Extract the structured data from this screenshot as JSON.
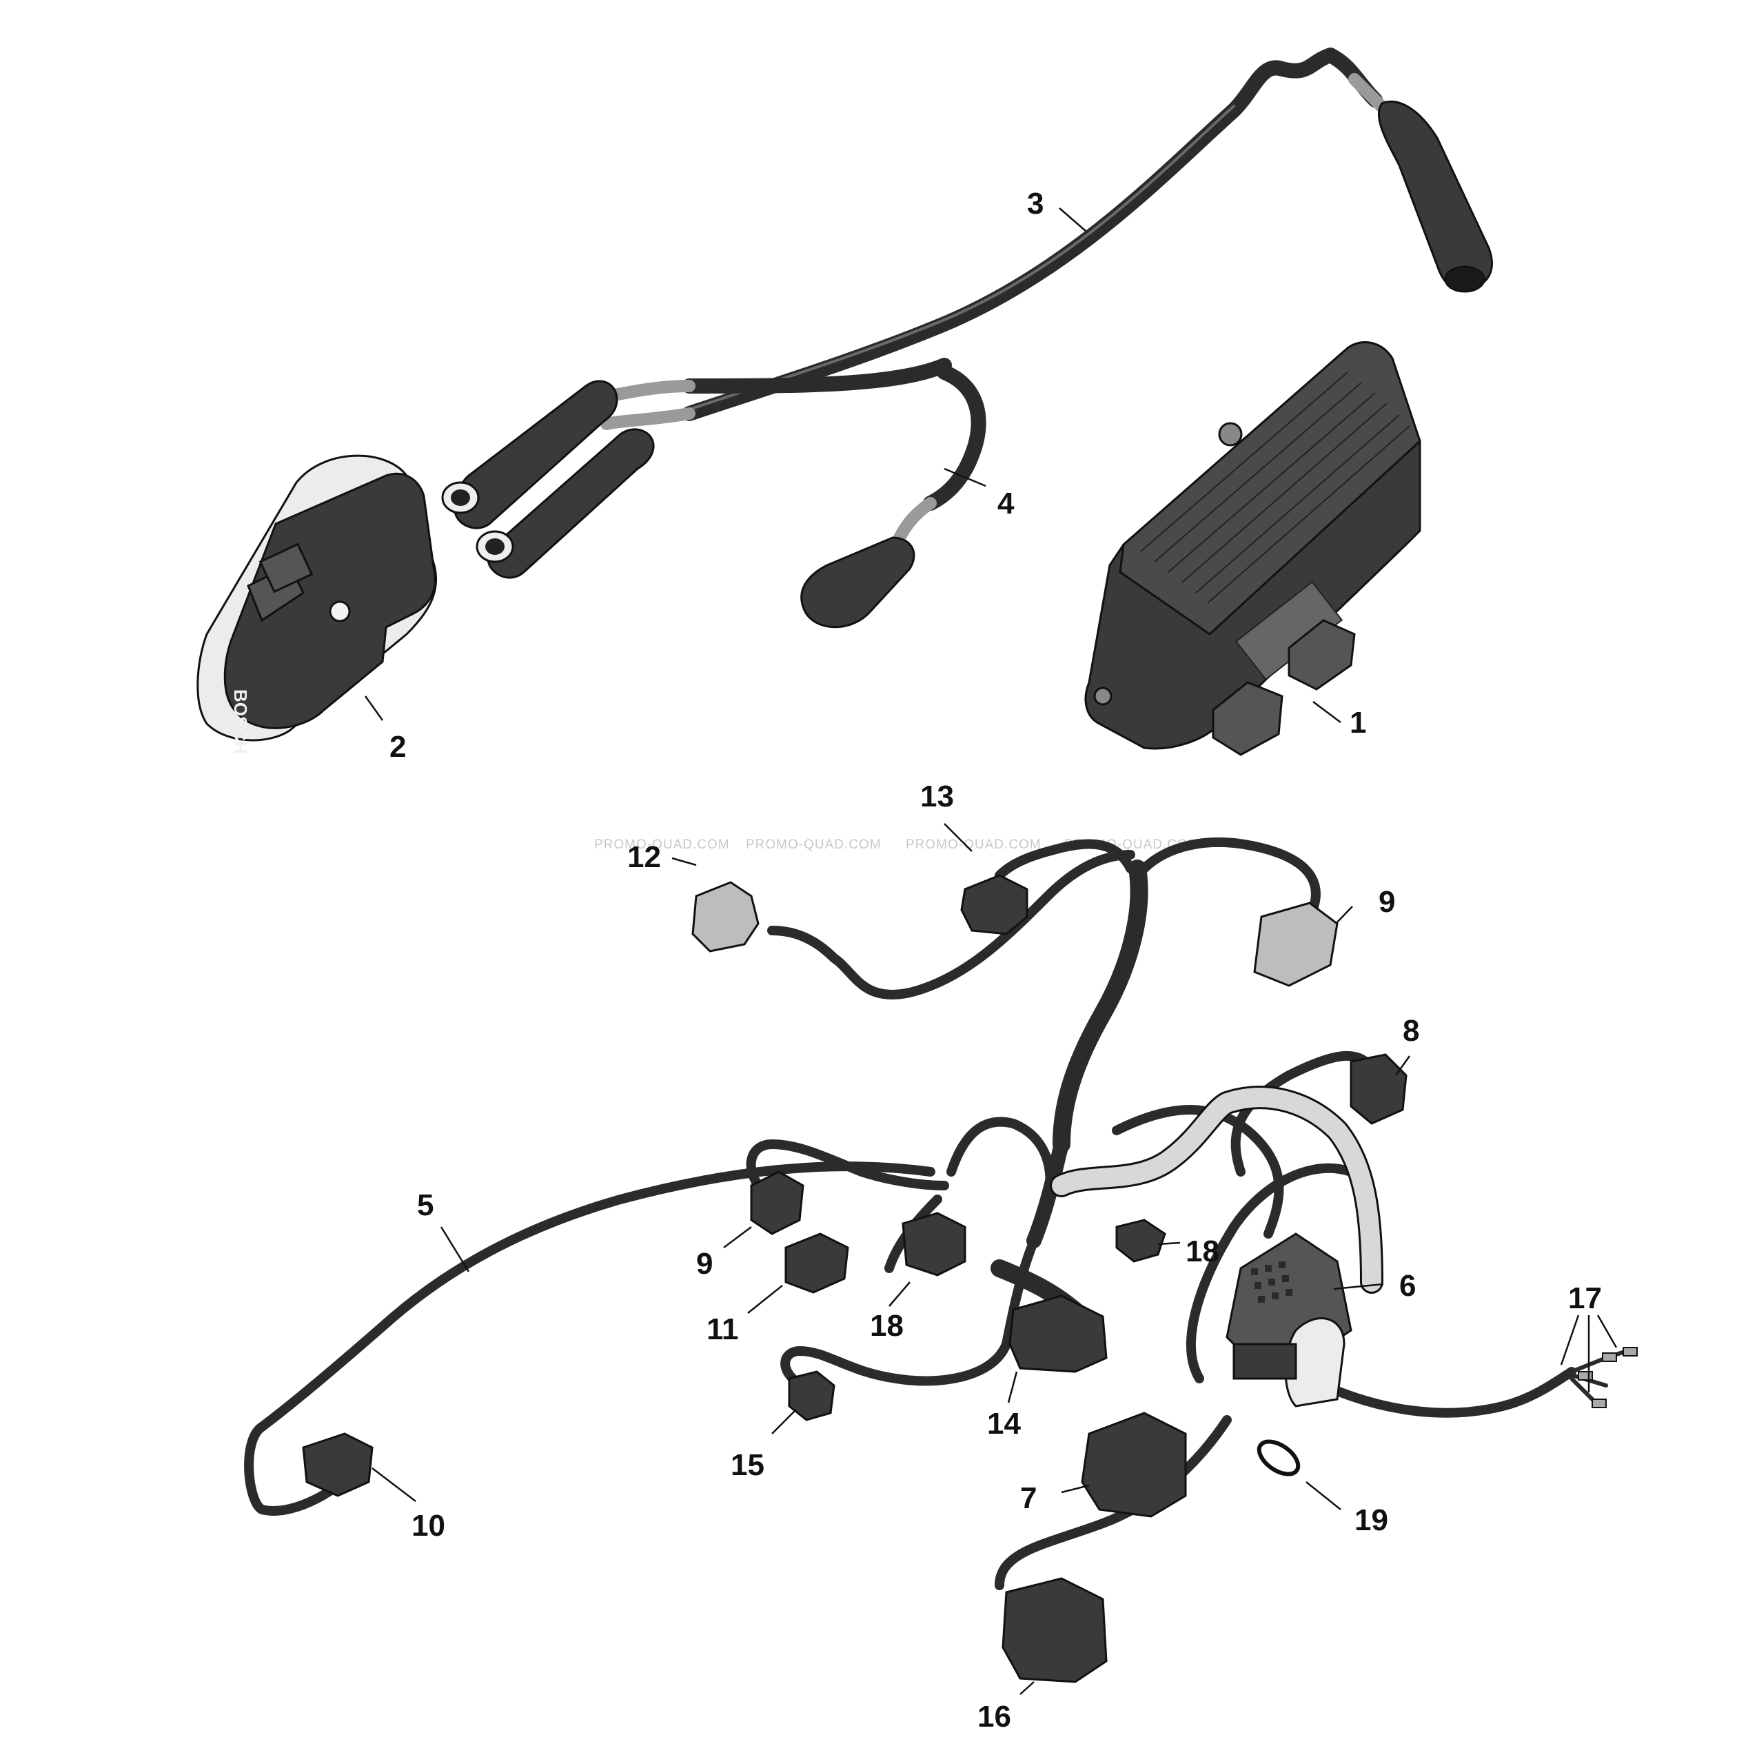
{
  "watermark": "PROMO-QUAD.COM",
  "callouts": [
    {
      "id": "c1",
      "label": "1"
    },
    {
      "id": "c2",
      "label": "2"
    },
    {
      "id": "c3",
      "label": "3"
    },
    {
      "id": "c4",
      "label": "4"
    },
    {
      "id": "c5",
      "label": "5"
    },
    {
      "id": "c6",
      "label": "6"
    },
    {
      "id": "c7",
      "label": "7"
    },
    {
      "id": "c8",
      "label": "8"
    },
    {
      "id": "c9a",
      "label": "9"
    },
    {
      "id": "c9b",
      "label": "9"
    },
    {
      "id": "c10",
      "label": "10"
    },
    {
      "id": "c11",
      "label": "11"
    },
    {
      "id": "c12",
      "label": "12"
    },
    {
      "id": "c13",
      "label": "13"
    },
    {
      "id": "c14",
      "label": "14"
    },
    {
      "id": "c15",
      "label": "15"
    },
    {
      "id": "c16",
      "label": "16"
    },
    {
      "id": "c17",
      "label": "17"
    },
    {
      "id": "c18a",
      "label": "18"
    },
    {
      "id": "c18b",
      "label": "18"
    },
    {
      "id": "c19",
      "label": "19"
    }
  ],
  "ecu_brand_text": "BOSCH",
  "colors": {
    "ink": "#111111",
    "harness": "#2b2b2b",
    "grey_sleeve": "#9a9a9a",
    "watermark": "#c8c8c8"
  }
}
